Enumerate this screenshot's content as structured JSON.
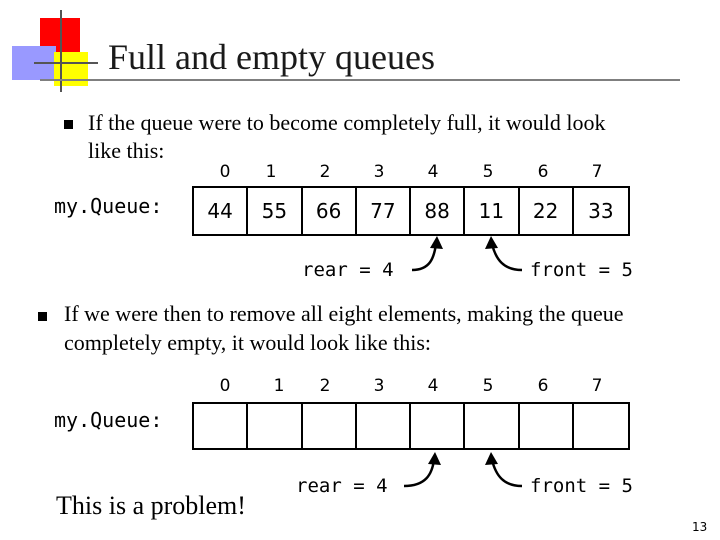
{
  "slide": {
    "title": "Full and empty queues",
    "bullet1_line1": "If the queue were to become completely full, it would look",
    "bullet1_line2": "like this:",
    "bullet2_line1": "If we were then to remove all eight elements, making the queue",
    "bullet2_line2": "completely empty, it would look like this:",
    "problem_text": "This is a problem!",
    "slide_number": "13"
  },
  "full_queue": {
    "label": "my.Queue:",
    "indices": [
      "0",
      "1",
      "2",
      "3",
      "4",
      "5",
      "6",
      "7"
    ],
    "values": [
      "44",
      "55",
      "66",
      "77",
      "88",
      "11",
      "22",
      "33"
    ],
    "rear_label": "rear = 4",
    "front_label": "front = 5"
  },
  "empty_queue": {
    "label": "my.Queue:",
    "indices": [
      "0",
      "1",
      "2",
      "3",
      "4",
      "5",
      "6",
      "7"
    ],
    "values": [
      "",
      "",
      "",
      "",
      "",
      "",
      "",
      ""
    ],
    "rear_label": "rear = 4",
    "front_label": "front = 5"
  },
  "colors": {
    "logo_red": "#ff0000",
    "logo_yellow": "#ffff00",
    "logo_purple": "#9999ff",
    "title_rule": "#7f7f7f"
  }
}
